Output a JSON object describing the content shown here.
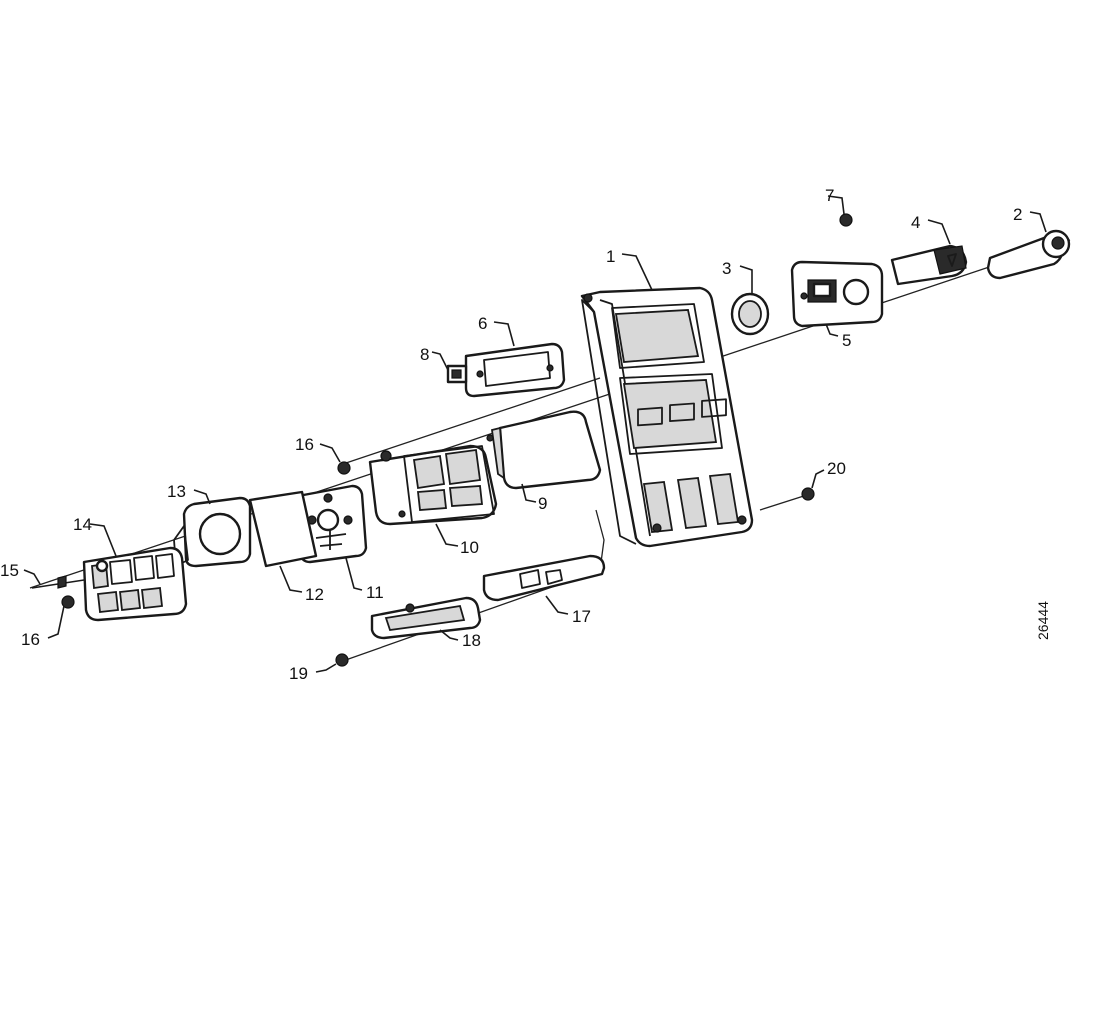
{
  "callouts": {
    "c1": "1",
    "c2": "2",
    "c3": "3",
    "c4": "4",
    "c5": "5",
    "c6": "6",
    "c7": "7",
    "c8": "8",
    "c9": "9",
    "c10": "10",
    "c11": "11",
    "c12": "12",
    "c13": "13",
    "c14": "14",
    "c15": "15",
    "c16a": "16",
    "c16b": "16",
    "c17": "17",
    "c18": "18",
    "c19": "19",
    "c20": "20"
  },
  "reference_number": "26444"
}
